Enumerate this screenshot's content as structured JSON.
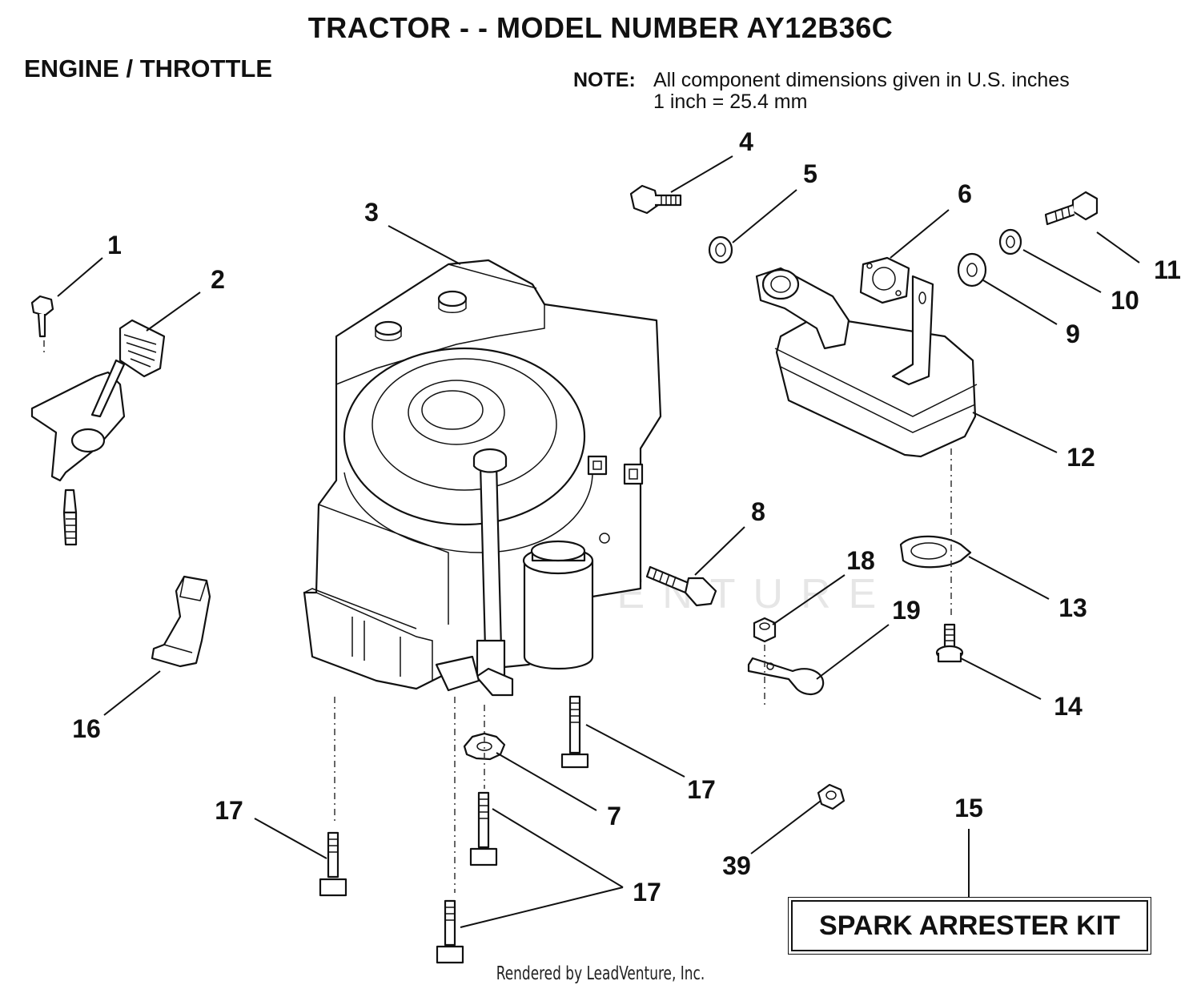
{
  "title": "TRACTOR - - MODEL NUMBER AY12B36C",
  "section": "ENGINE / THROTTLE",
  "note": {
    "label": "NOTE:",
    "line1": "All component dimensions given in U.S. inches",
    "line2": "1 inch = 25.4 mm"
  },
  "kit_label": "SPARK ARRESTER KIT",
  "footer": "Rendered by LeadVenture, Inc.",
  "watermark": "LEADVENTURE",
  "callouts": {
    "c1": "1",
    "c2": "2",
    "c3": "3",
    "c4": "4",
    "c5": "5",
    "c6": "6",
    "c7": "7",
    "c8": "8",
    "c9": "9",
    "c10": "10",
    "c11": "11",
    "c12": "12",
    "c13": "13",
    "c14": "14",
    "c15": "15",
    "c16": "16",
    "c17a": "17",
    "c17b": "17",
    "c17c": "17",
    "c18": "18",
    "c19": "19",
    "c39": "39"
  }
}
